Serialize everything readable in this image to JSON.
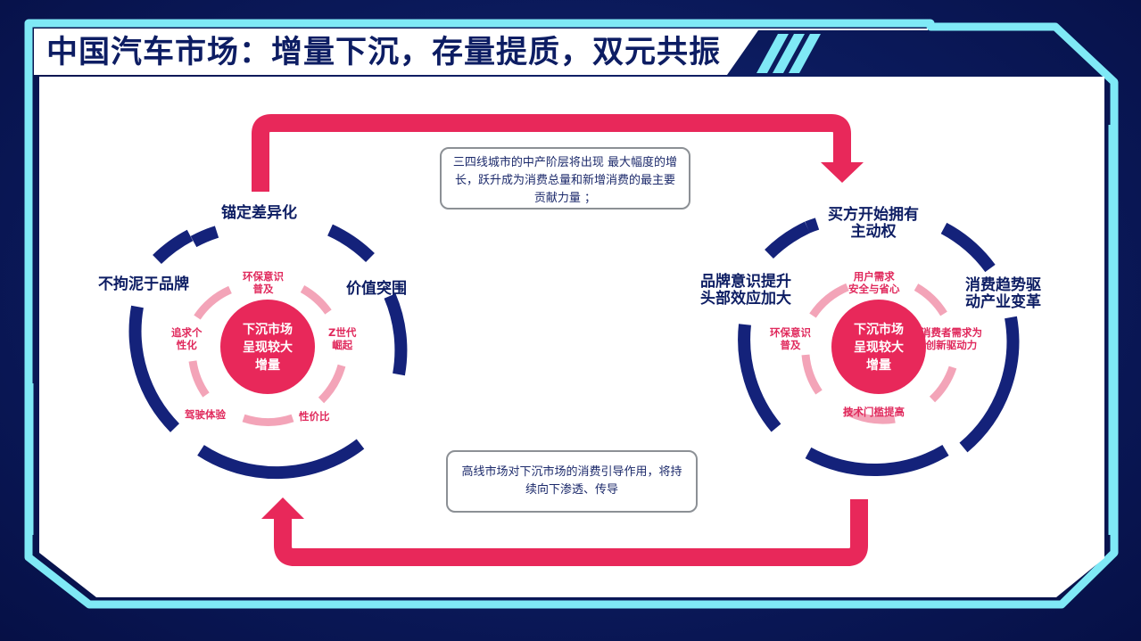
{
  "title": "中国汽车市场：增量下沉，存量提质，双元共振",
  "callouts": {
    "top": "三四线城市的中产阶层将出现 最大幅度的增长，跃升成为消费总量和新增消费的最主要贡献力量 ；",
    "bottom": "高线市场对下沉市场的消费引导作用，将持续向下渗透、传导"
  },
  "left_cycle": {
    "center": [
      "下沉市场",
      "呈现较大",
      "增量"
    ],
    "outer": {
      "top": "锚定差异化",
      "right": "价值突围",
      "left": "不拘泥于品牌"
    },
    "inner": {
      "top": [
        "环保意识",
        "普及"
      ],
      "right": [
        "Z世代",
        "崛起"
      ],
      "bottom_right": "性价比",
      "bottom_left": "驾驶体验",
      "left": [
        "追求个",
        "性化"
      ]
    }
  },
  "right_cycle": {
    "center": [
      "下沉市场",
      "呈现较大",
      "增量"
    ],
    "outer": {
      "top": [
        "买方开始拥有",
        "主动权"
      ],
      "right": [
        "消费趋势驱",
        "动产业变革"
      ],
      "left": [
        "品牌意识提升",
        "头部效应加大"
      ]
    },
    "inner": {
      "top": [
        "用户需求",
        "安全与省心"
      ],
      "right": [
        "消费者需求为",
        "创新驱动力"
      ],
      "bottom": "技术门槛提高",
      "left": [
        "环保意识",
        "普及"
      ]
    }
  },
  "colors": {
    "navy": "#14227a",
    "crimson": "#e8285a",
    "pink": "#f3a4b8",
    "cyan": "#7fe9f6",
    "background": "#0b1a5c"
  },
  "icons": [
    "arrow-down-icon",
    "arrow-up-icon"
  ]
}
